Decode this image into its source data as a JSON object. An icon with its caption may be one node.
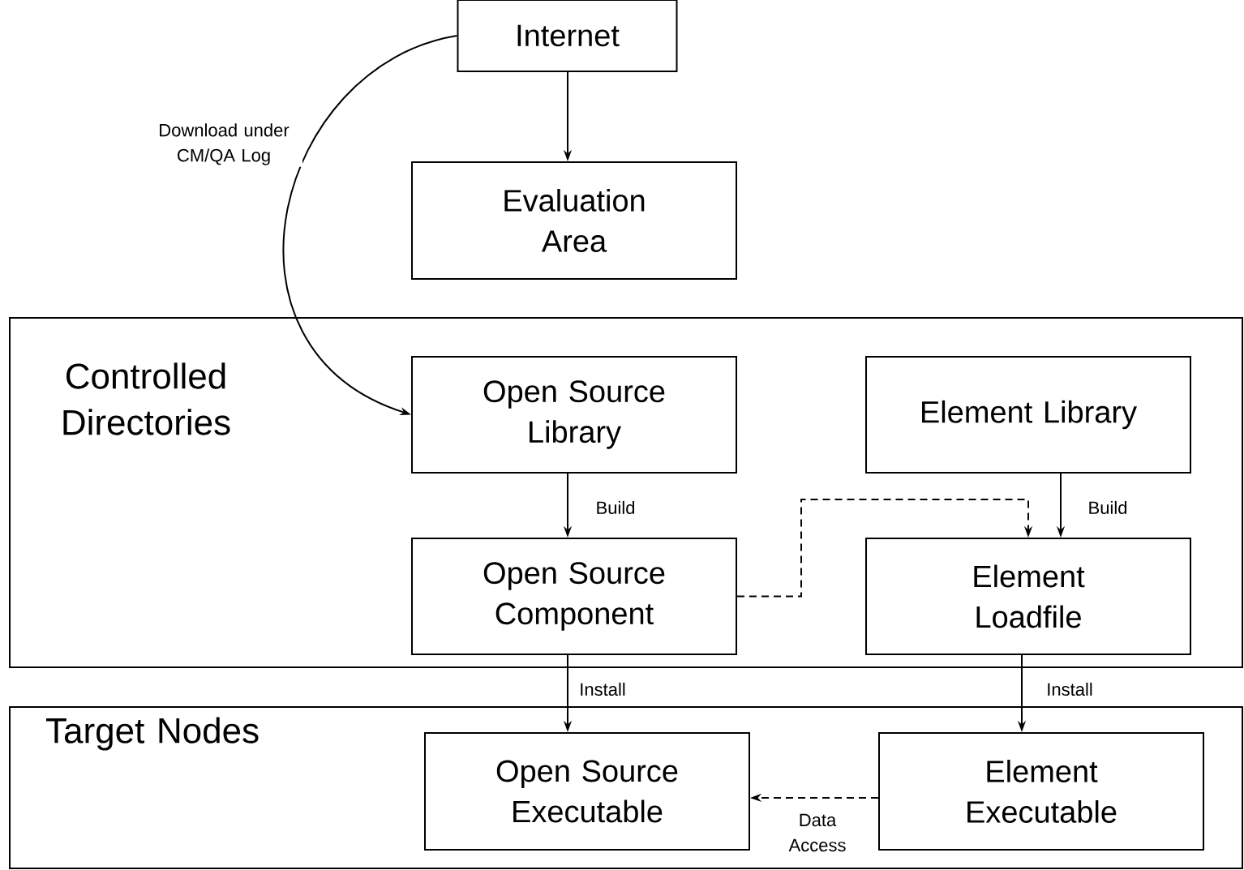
{
  "diagram": {
    "nodes": [
      {
        "text": [
          "Internet"
        ]
      },
      {
        "text": [
          "Evaluation Area"
        ]
      },
      {
        "text": [
          "Controlled Directories"
        ]
      },
      {
        "text": [
          "Open Source Library"
        ],
        "in": 2
      },
      {
        "text": [
          "Element Library"
        ],
        "in": 2
      },
      {
        "text": [
          "Open Source Component"
        ],
        "in": 2
      },
      {
        "text": [
          "Element Loadfile"
        ],
        "in": 2
      },
      {
        "text": [
          "Target Nodes"
        ]
      },
      {
        "text": [
          "Open Source Executable"
        ],
        "in": 7
      },
      {
        "text": [
          "Element Executable"
        ],
        "in": 7
      }
    ],
    "edges": [
      {
        "from": 0,
        "to": 1,
        "arrow": "to"
      },
      {
        "from": 0,
        "to": 3,
        "arrow": "to",
        "label": "Download under CM/QA Log"
      },
      {
        "from": 3,
        "to": 5,
        "arrow": "to",
        "label": "Build"
      },
      {
        "from": 4,
        "to": 6,
        "arrow": "to",
        "label": "Build"
      },
      {
        "from": 5,
        "to": 6,
        "arrow": "to",
        "style": "dashed"
      },
      {
        "from": 5,
        "to": 8,
        "arrow": "to",
        "label": "Install"
      },
      {
        "from": 6,
        "to": 9,
        "arrow": "to",
        "label": "Install"
      },
      {
        "from": 9,
        "to": 8,
        "arrow": "to",
        "style": "dashed",
        "label": "Data Access"
      }
    ]
  }
}
